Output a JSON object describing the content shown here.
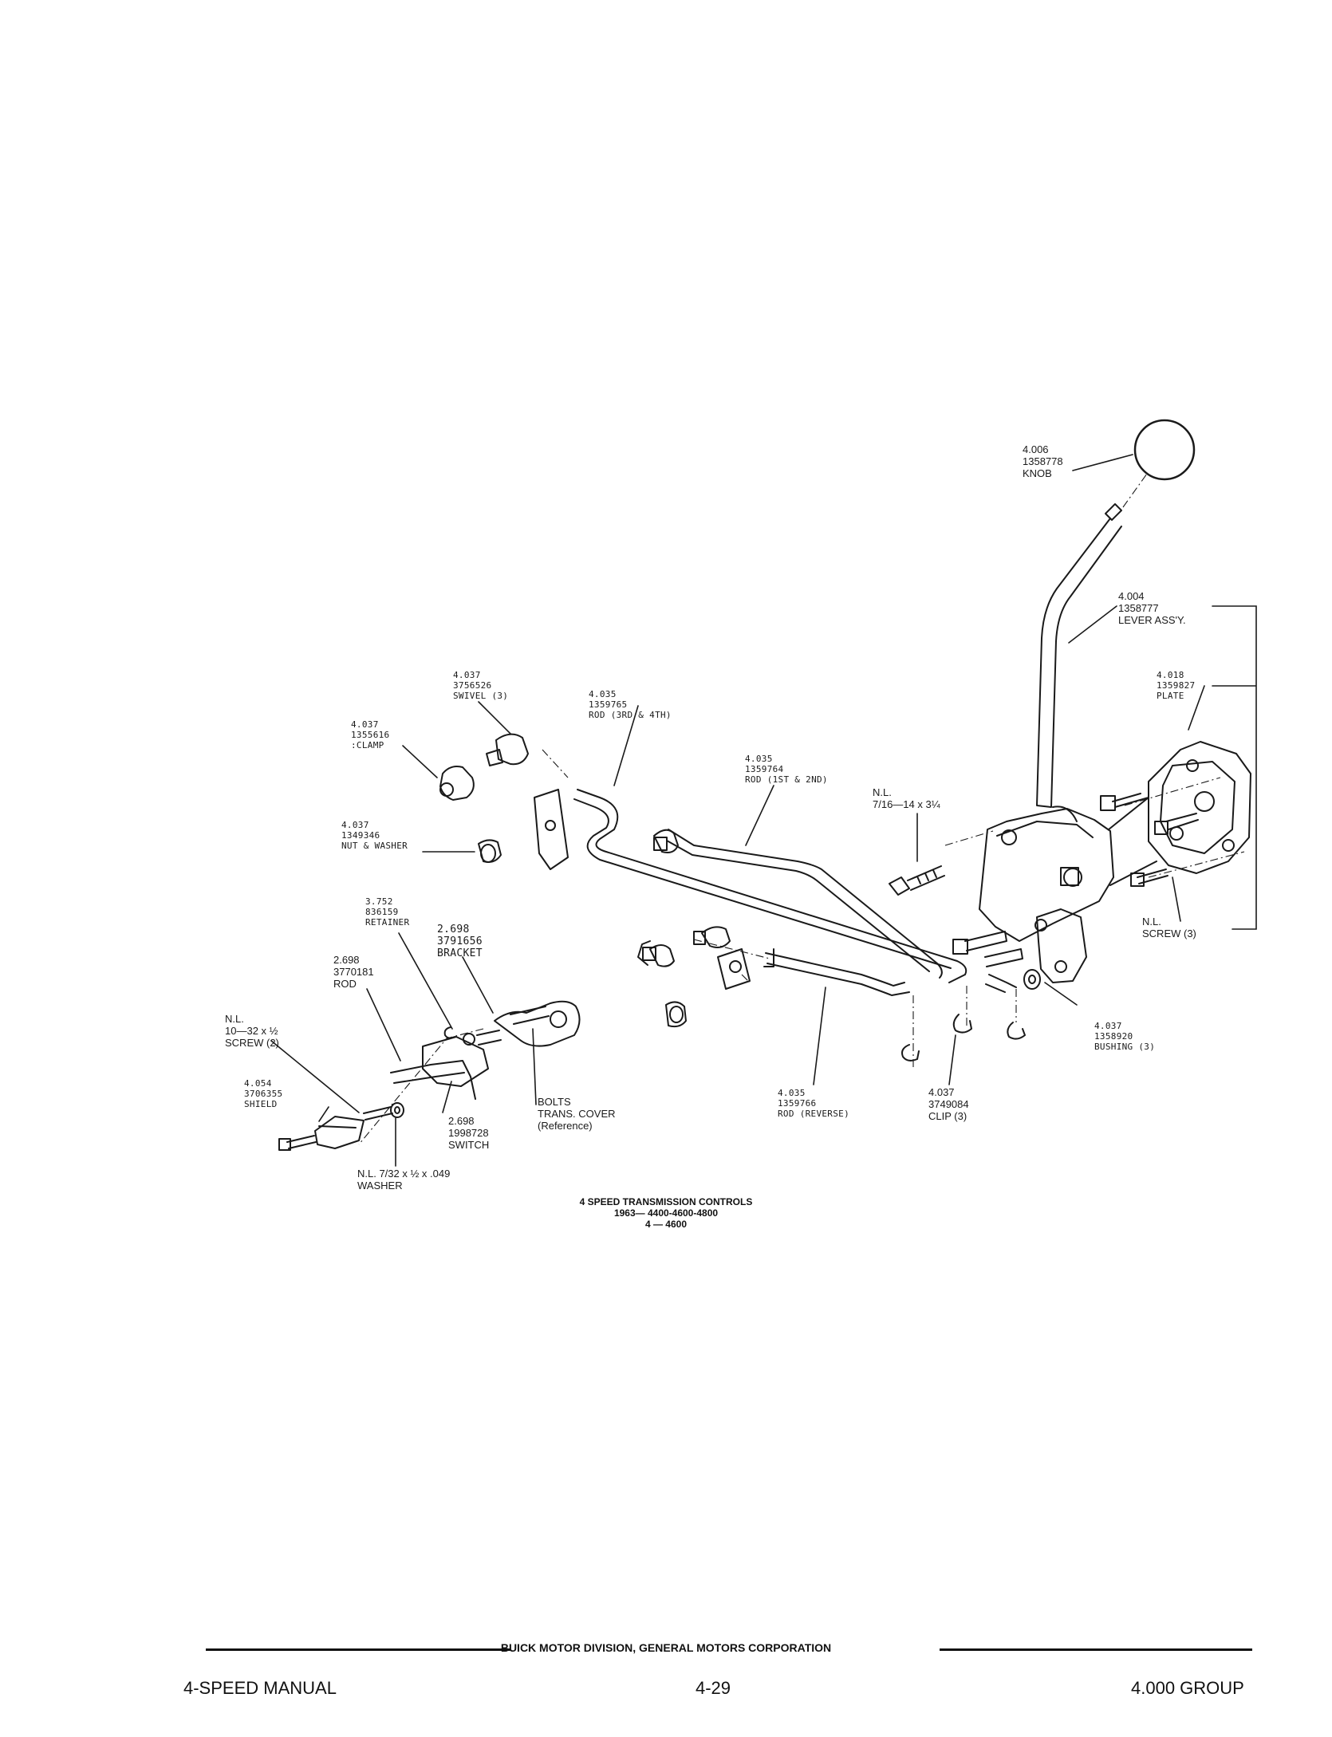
{
  "labels": {
    "knob": [
      "4.006",
      "1358778",
      "KNOB"
    ],
    "lever": [
      "4.004",
      "1358777",
      "LEVER ASS'Y."
    ],
    "plate": [
      "4.018",
      "1359827",
      "PLATE"
    ],
    "swivel": [
      "4.037",
      "3756526",
      "SWIVEL (3)"
    ],
    "rod_3_4": [
      "4.035",
      "1359765",
      "ROD (3RD & 4TH)"
    ],
    "clamp": [
      "4.037",
      "1355616",
      ":CLAMP"
    ],
    "rod_1_2": [
      "4.035",
      "1359764",
      "ROD (1ST & 2ND)"
    ],
    "bolt": [
      "N.L.",
      "7/16—14 x 3¼"
    ],
    "nut_washer": [
      "4.037",
      "1349346",
      "NUT & WASHER"
    ],
    "screw3": [
      "N.L.",
      "SCREW (3)"
    ],
    "retainer": [
      "3.752",
      "836159",
      "RETAINER"
    ],
    "bracket": [
      "2.698",
      "3791656",
      "BRACKET"
    ],
    "rod": [
      "2.698",
      "3770181",
      "ROD"
    ],
    "screw2": [
      "N.L.",
      "10—32 x ½",
      "SCREW (2)"
    ],
    "bushing": [
      "4.037",
      "1358920",
      "BUSHING (3)"
    ],
    "shield": [
      "4.054",
      "3706355",
      "SHIELD"
    ],
    "bolts_cover": [
      "BOLTS",
      "TRANS. COVER",
      "(Reference)"
    ],
    "switch": [
      "2.698",
      "1998728",
      "SWITCH"
    ],
    "rod_reverse": [
      "4.035",
      "1359766",
      "ROD (REVERSE)"
    ],
    "clip": [
      "4.037",
      "3749084",
      "CLIP (3)"
    ],
    "washer": [
      "N.L. 7/32 x ½ x .049",
      "WASHER"
    ]
  },
  "caption": {
    "line1": "4 SPEED TRANSMISSION CONTROLS",
    "line2": "1963— 4400-4600-4800",
    "line3": "4 — 4600"
  },
  "footer": {
    "corporation": "BUICK MOTOR DIVISION, GENERAL MOTORS CORPORATION",
    "left": "4-SPEED MANUAL",
    "center": "4-29",
    "right": "4.000 GROUP"
  }
}
